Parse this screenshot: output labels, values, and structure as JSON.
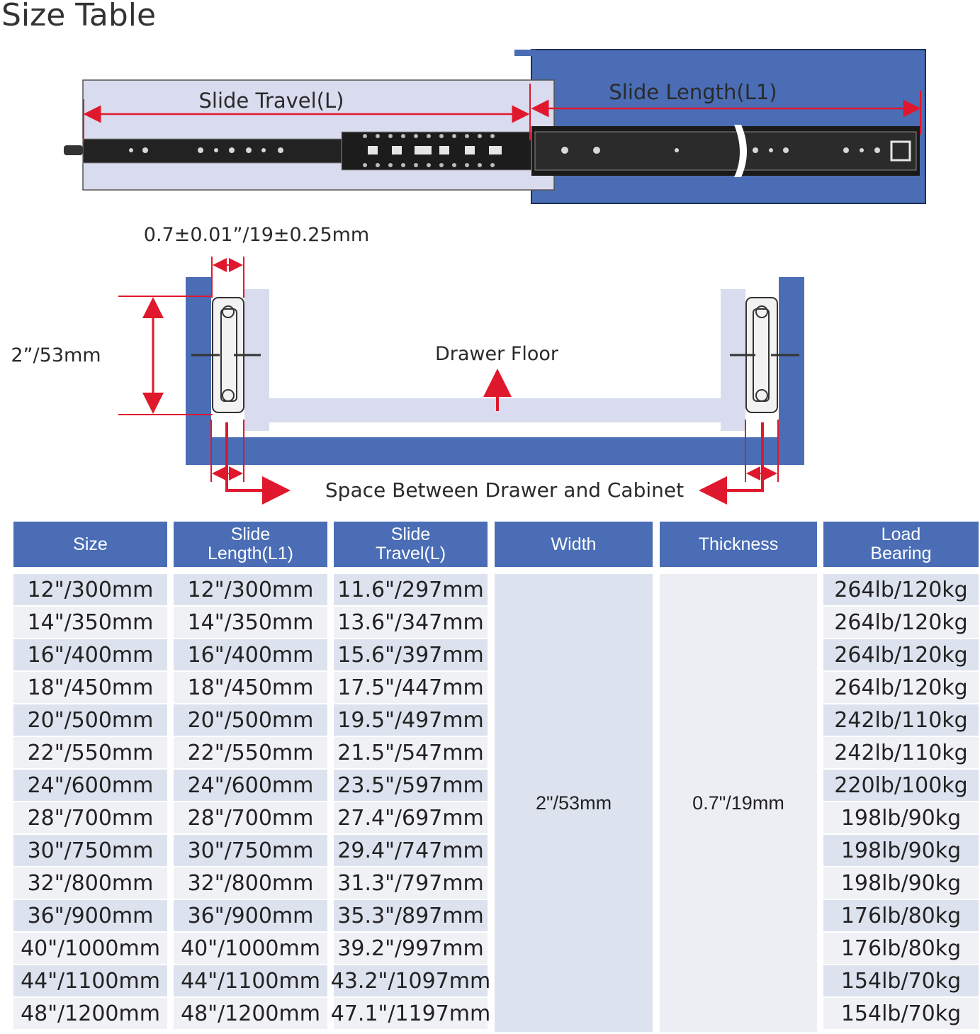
{
  "title": "Size Table",
  "colors": {
    "cabinet_blue": "#4a6db5",
    "drawer_light": "#d9dcef",
    "dimension_red": "#e0182d",
    "header_blue": "#4a6db5"
  },
  "diagram_top": {
    "slide_travel_label": "Slide Travel(L)",
    "slide_length_label": "Slide Length(L1)"
  },
  "diagram_cross_section": {
    "thickness_label": "0.7±0.01”/19±0.25mm",
    "height_label": "2”/53mm",
    "drawer_floor_label": "Drawer Floor",
    "space_label": "Space Between Drawer and Cabinet"
  },
  "table": {
    "headers": [
      "Size",
      "Slide\nLength(L1)",
      "Slide\nTravel(L)",
      "Width",
      "Thickness",
      "Load\nBearing"
    ],
    "width_value": "2\"/53mm",
    "thickness_value": "0.7\"/19mm",
    "rows": [
      {
        "size": "12\"/300mm",
        "length": "12\"/300mm",
        "travel": "11.6\"/297mm",
        "load": "264lb/120kg"
      },
      {
        "size": "14\"/350mm",
        "length": "14\"/350mm",
        "travel": "13.6\"/347mm",
        "load": "264lb/120kg"
      },
      {
        "size": "16\"/400mm",
        "length": "16\"/400mm",
        "travel": "15.6\"/397mm",
        "load": "264lb/120kg"
      },
      {
        "size": "18\"/450mm",
        "length": "18\"/450mm",
        "travel": "17.5\"/447mm",
        "load": "264lb/120kg"
      },
      {
        "size": "20\"/500mm",
        "length": "20\"/500mm",
        "travel": "19.5\"/497mm",
        "load": "242lb/110kg"
      },
      {
        "size": "22\"/550mm",
        "length": "22\"/550mm",
        "travel": "21.5\"/547mm",
        "load": "242lb/110kg"
      },
      {
        "size": "24\"/600mm",
        "length": "24\"/600mm",
        "travel": "23.5\"/597mm",
        "load": "220lb/100kg"
      },
      {
        "size": "28\"/700mm",
        "length": "28\"/700mm",
        "travel": "27.4\"/697mm",
        "load": "198lb/90kg"
      },
      {
        "size": "30\"/750mm",
        "length": "30\"/750mm",
        "travel": "29.4\"/747mm",
        "load": "198lb/90kg"
      },
      {
        "size": "32\"/800mm",
        "length": "32\"/800mm",
        "travel": "31.3\"/797mm",
        "load": "198lb/90kg"
      },
      {
        "size": "36\"/900mm",
        "length": "36\"/900mm",
        "travel": "35.3\"/897mm",
        "load": "176lb/80kg"
      },
      {
        "size": "40\"/1000mm",
        "length": "40\"/1000mm",
        "travel": "39.2\"/997mm",
        "load": "176lb/80kg"
      },
      {
        "size": "44\"/1100mm",
        "length": "44\"/1100mm",
        "travel": "43.2\"/1097mm",
        "load": "154lb/70kg"
      },
      {
        "size": "48\"/1200mm",
        "length": "48\"/1200mm",
        "travel": "47.1\"/1197mm",
        "load": "154lb/70kg"
      }
    ]
  }
}
